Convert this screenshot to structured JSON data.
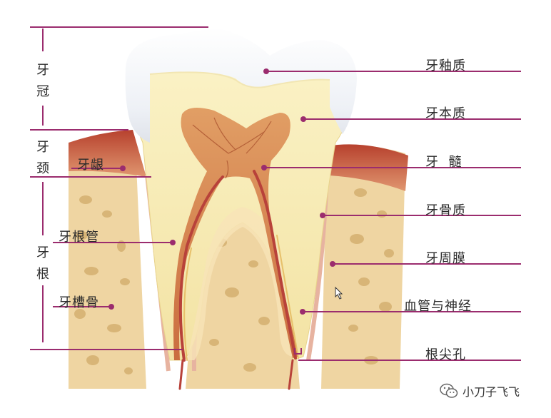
{
  "groups": {
    "crown": "牙冠",
    "neck": "牙颈",
    "root": "牙根"
  },
  "labels": {
    "enamel": "牙釉质",
    "dentin": "牙本质",
    "pulp": "牙  髓",
    "cementum": "牙骨质",
    "periodontal_membrane": "牙周膜",
    "vessels_nerves": "血管与神经",
    "apical_foramen": "根尖孔",
    "gingiva": "牙龈",
    "root_canal": "牙根管",
    "alveolar_bone": "牙槽骨"
  },
  "watermark": {
    "text": "小刀子飞飞",
    "icon": "wechat-icon"
  },
  "colors": {
    "leader_line": "#9b2c6e",
    "enamel": "#f7f7f7",
    "dentin": "#f4e7ad",
    "pulp": "#d9824a",
    "gum": "#c8553d",
    "bone": "#f0d7a6",
    "bone_hole": "#d9b57a"
  }
}
